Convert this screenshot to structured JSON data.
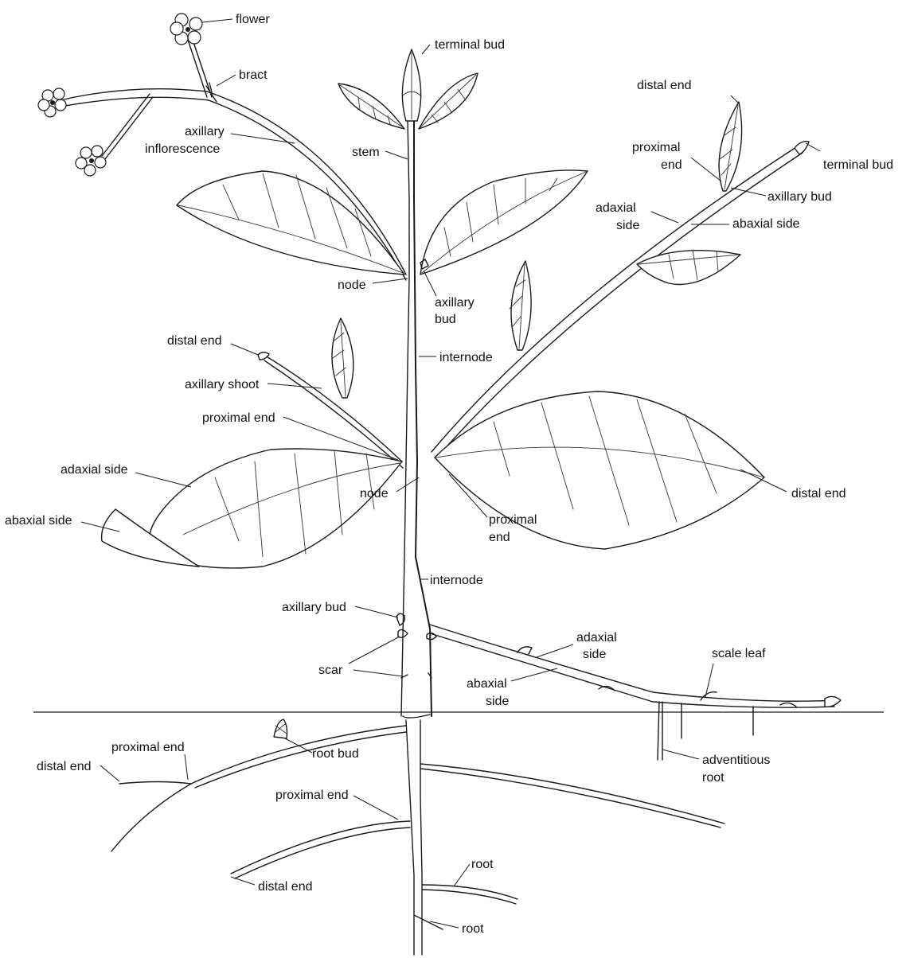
{
  "labels": {
    "flower": "flower",
    "bract": "bract",
    "axillary_inflorescence_1": "axillary",
    "axillary_inflorescence_2": "inflorescence",
    "terminal_bud_top": "terminal bud",
    "stem": "stem",
    "node_upper": "node",
    "axillary_bud_upper_1": "axillary",
    "axillary_bud_upper_2": "bud",
    "internode_upper": "internode",
    "distal_end_right_branch": "distal end",
    "proximal_end_right_branch_1": "proximal",
    "proximal_end_right_branch_2": "end",
    "terminal_bud_right": "terminal bud",
    "axillary_bud_right": "axillary bud",
    "adaxial_side_right_1": "adaxial",
    "adaxial_side_right_2": "side",
    "abaxial_side_right": "abaxial side",
    "distal_end_left_shoot": "distal end",
    "axillary_shoot": "axillary shoot",
    "proximal_end_left_shoot": "proximal end",
    "adaxial_side_leaf": "adaxial side",
    "abaxial_side_leaf": "abaxial side",
    "node_lower": "node",
    "distal_end_big_leaf": "distal end",
    "proximal_end_big_leaf_1": "proximal",
    "proximal_end_big_leaf_2": "end",
    "internode_lower": "internode",
    "axillary_bud_lower": "axillary bud",
    "scar": "scar",
    "adaxial_side_rhizome_1": "adaxial",
    "adaxial_side_rhizome_2": "side",
    "abaxial_side_rhizome_1": "abaxial",
    "abaxial_side_rhizome_2": "side",
    "scale_leaf": "scale leaf",
    "adventitious_root_1": "adventitious",
    "adventitious_root_2": "root",
    "root_bud": "root bud",
    "proximal_end_root_left": "proximal end",
    "distal_end_root_left": "distal end",
    "proximal_end_root_center": "proximal end",
    "distal_end_root_lower": "distal end",
    "root_upper": "root",
    "root_lower": "root"
  }
}
